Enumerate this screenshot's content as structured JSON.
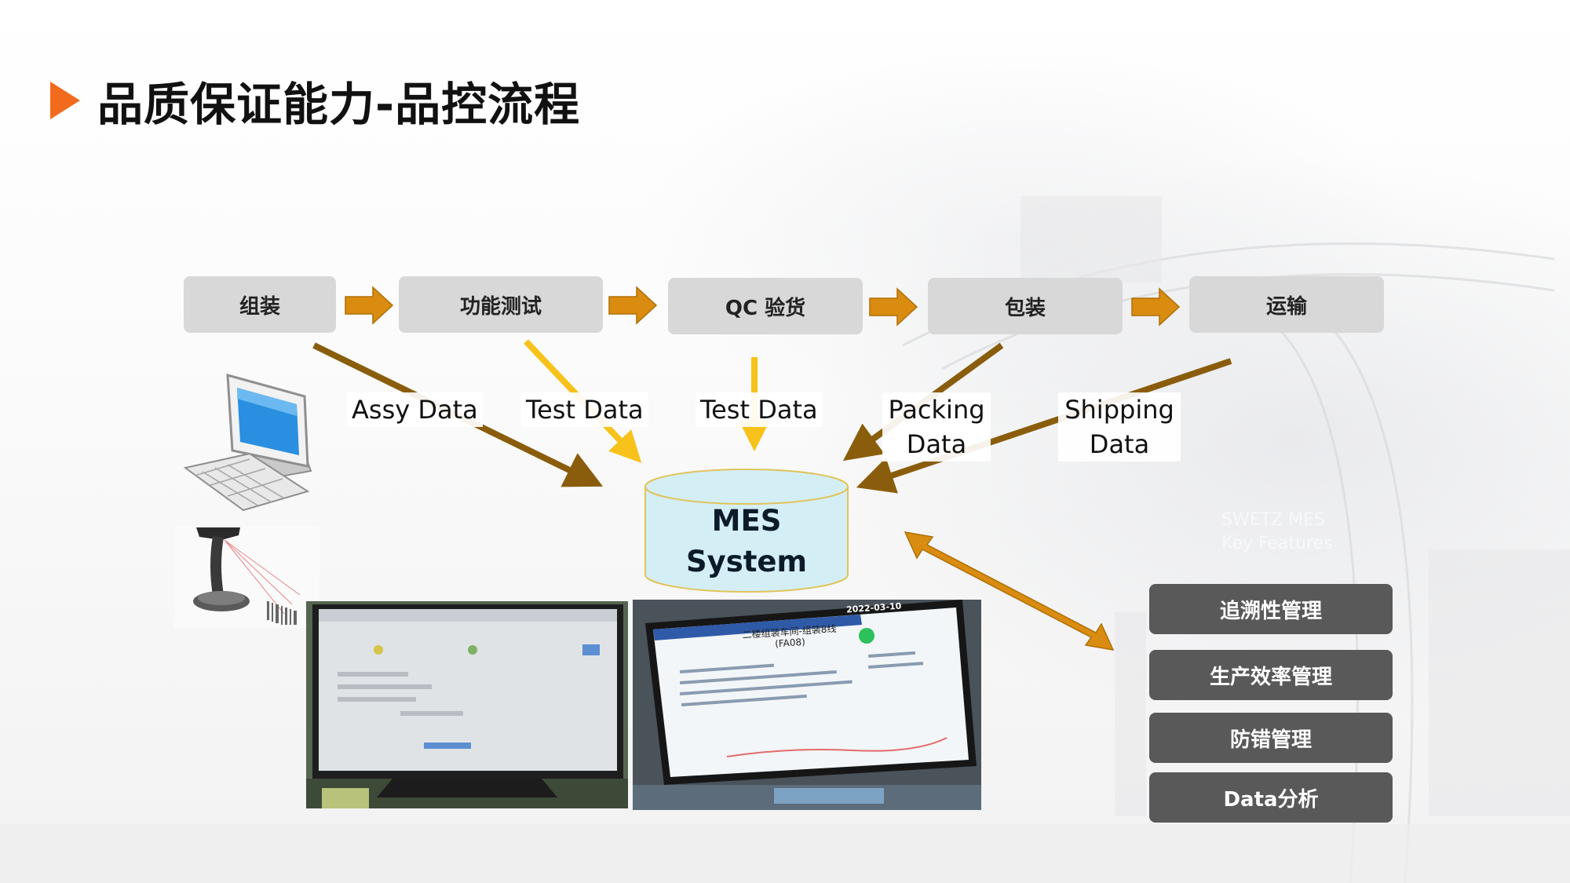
{
  "header": {
    "title": "品质保证能力-品控流程"
  },
  "process_steps": [
    {
      "label": "组装"
    },
    {
      "label": "功能测试"
    },
    {
      "label": "QC 验货"
    },
    {
      "label": "包装"
    },
    {
      "label": "运输"
    }
  ],
  "data_flows": [
    {
      "label": "Assy Data"
    },
    {
      "label": "Test Data"
    },
    {
      "label": "Test Data"
    },
    {
      "label_line1": "Packing",
      "label_line2": "Data"
    },
    {
      "label_line1": "Shipping",
      "label_line2": "Data"
    }
  ],
  "mes": {
    "line1": "MES",
    "line2": "System"
  },
  "ghost_text": {
    "line1": "SWETZ MES",
    "line2": "Key Features"
  },
  "features": [
    {
      "label": "追溯性管理"
    },
    {
      "label": "生产效率管理"
    },
    {
      "label": "防错管理"
    },
    {
      "label": "Data分析"
    }
  ],
  "photo_dashboard": {
    "date": "2022-03-10",
    "heading_line1": "二楼组装车间-组装8线",
    "heading_line2": "(FA08)"
  },
  "colors": {
    "accent_orange": "#f26b1d",
    "arrow_gold": "#d98c10",
    "arrow_brown": "#8a5d0c",
    "arrow_yellow": "#f7c21a",
    "step_gray": "#d8d8d8",
    "feature_gray": "#595959",
    "mes_fill": "#d4eef6",
    "mes_stroke": "#e0c45a"
  }
}
